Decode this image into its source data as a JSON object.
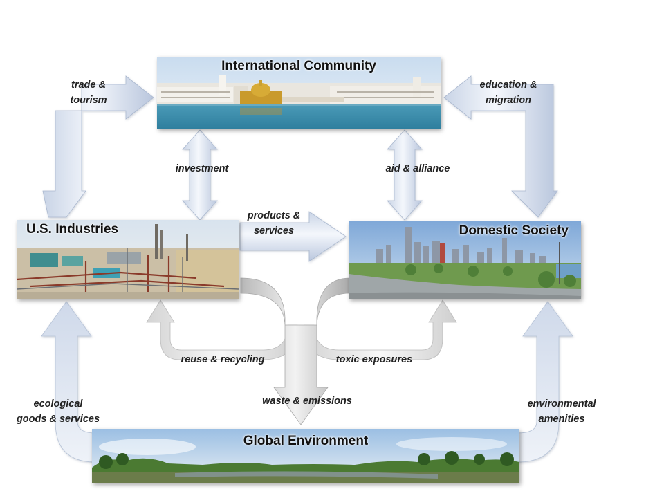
{
  "nodes": {
    "international_community": "International Community",
    "us_industries": "U.S. Industries",
    "domestic_society": "Domestic Society",
    "global_environment": "Global Environment"
  },
  "flows": {
    "trade_tourism": [
      "trade &",
      "tourism"
    ],
    "education_migration": [
      "education &",
      "migration"
    ],
    "investment": "investment",
    "aid_alliance": "aid & alliance",
    "products_services": [
      "products &",
      "services"
    ],
    "reuse_recycling": "reuse & recycling",
    "toxic_exposures": "toxic exposures",
    "waste_emissions": "waste & emissions",
    "ecological_goods": [
      "ecological",
      "goods & services"
    ],
    "environmental_amenities": [
      "environmental",
      "amenities"
    ]
  }
}
